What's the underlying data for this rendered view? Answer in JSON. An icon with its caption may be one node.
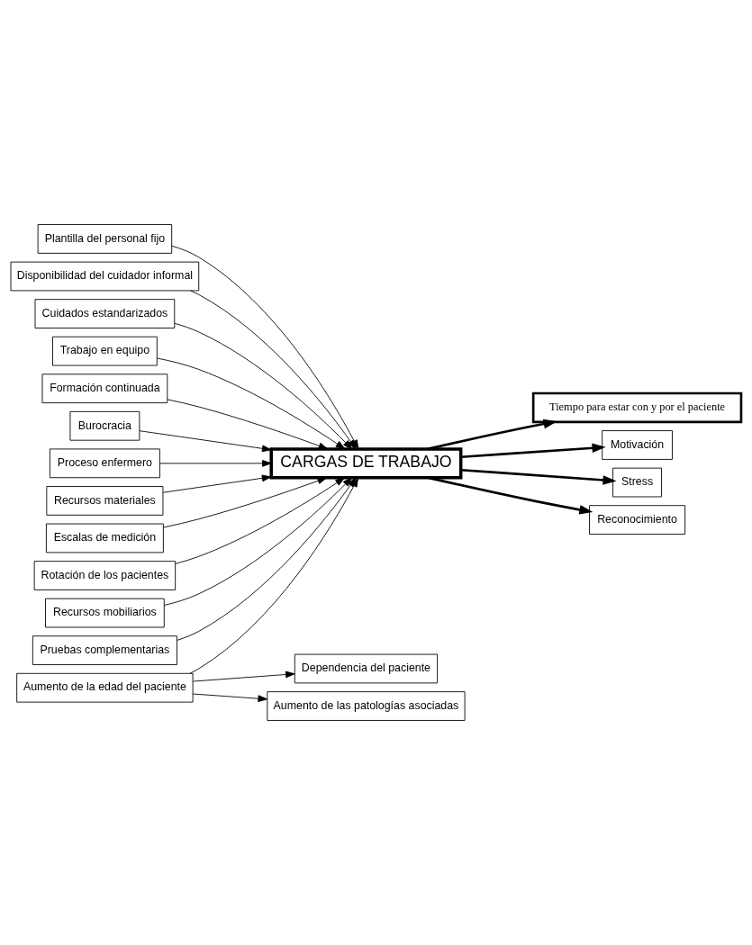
{
  "diagram": {
    "nodes": [
      {
        "text": [
          "Plantilla del personal fijo"
        ]
      },
      {
        "text": [
          "Disponibilidad del cuidador informal"
        ]
      },
      {
        "text": [
          "Cuidados estandarizados"
        ]
      },
      {
        "text": [
          "Tiempo para estar con y por el paciente"
        ]
      },
      {
        "text": [
          "Trabajo en equipo"
        ]
      },
      {
        "text": [
          "Formación continuada"
        ]
      },
      {
        "text": [
          "Burocracia"
        ]
      },
      {
        "text": [
          "Motivación"
        ]
      },
      {
        "text": [
          "Proceso enfermero"
        ]
      },
      {
        "text": [
          "CARGAS DE TRABAJO"
        ]
      },
      {
        "text": [
          "Stress"
        ]
      },
      {
        "text": [
          "Recursos materiales"
        ]
      },
      {
        "text": [
          "Reconocimiento"
        ]
      },
      {
        "text": [
          "Escalas de medición"
        ]
      },
      {
        "text": [
          "Rotación de los pacientes"
        ]
      },
      {
        "text": [
          "Recursos mobiliarios"
        ]
      },
      {
        "text": [
          "Pruebas complementarias"
        ]
      },
      {
        "text": [
          "Dependencia del paciente"
        ]
      },
      {
        "text": [
          "Aumento de la edad del paciente"
        ]
      },
      {
        "text": [
          "Aumento de las patologías asociadas"
        ]
      }
    ],
    "edges": [
      {
        "from": 0,
        "to": 9,
        "arrow": "to"
      },
      {
        "from": 1,
        "to": 9,
        "arrow": "to"
      },
      {
        "from": 2,
        "to": 9,
        "arrow": "to"
      },
      {
        "from": 4,
        "to": 9,
        "arrow": "to"
      },
      {
        "from": 5,
        "to": 9,
        "arrow": "to"
      },
      {
        "from": 6,
        "to": 9,
        "arrow": "to"
      },
      {
        "from": 8,
        "to": 9,
        "arrow": "to"
      },
      {
        "from": 11,
        "to": 9,
        "arrow": "to"
      },
      {
        "from": 14,
        "to": 9,
        "arrow": "to"
      },
      {
        "from": 16,
        "to": 9,
        "arrow": "to"
      },
      {
        "from": 18,
        "to": 9,
        "arrow": "to"
      },
      {
        "from": 15,
        "to": 9,
        "arrow": "to"
      },
      {
        "from": 13,
        "to": 9,
        "arrow": "to"
      },
      {
        "from": 9,
        "to": 3,
        "arrow": "to",
        "style": "thick"
      },
      {
        "from": 9,
        "to": 7,
        "arrow": "to",
        "style": "thick"
      },
      {
        "from": 9,
        "to": 10,
        "arrow": "to",
        "style": "thick"
      },
      {
        "from": 9,
        "to": 12,
        "arrow": "to",
        "style": "thick"
      },
      {
        "from": 18,
        "to": 17,
        "arrow": "to"
      },
      {
        "from": 18,
        "to": 19,
        "arrow": "to"
      }
    ]
  }
}
